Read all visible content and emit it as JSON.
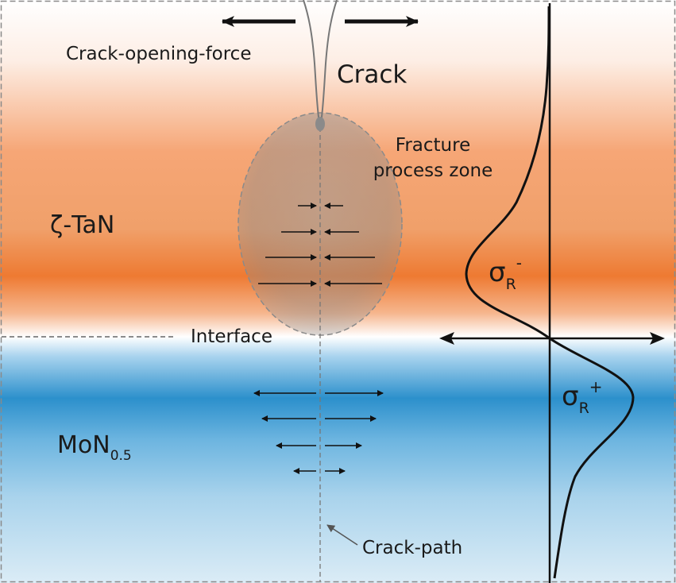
{
  "labels": {
    "crack_opening_force": "Crack-opening-force",
    "crack": "Crack",
    "fracture_line1": "Fracture",
    "fracture_line2": "process zone",
    "layer_top": "ζ-TaN",
    "interface": "Interface",
    "layer_bottom_main": "MoN",
    "layer_bottom_sub": "0.5",
    "crack_path": "Crack-path",
    "sigma_symbol": "σ",
    "sigma_sub": "R",
    "sigma_minus_sup": "-",
    "sigma_plus_sup": "+"
  },
  "colors": {
    "tan_layer": "#ee7a32",
    "mon_layer": "#2c90cc",
    "zone_fill": "#7a7a7a",
    "line": "#111111",
    "dashed_border": "#8a8a8a"
  },
  "stress_profile": {
    "compressive_region": "ζ-TaN",
    "tensile_region": "MoN0.5"
  }
}
